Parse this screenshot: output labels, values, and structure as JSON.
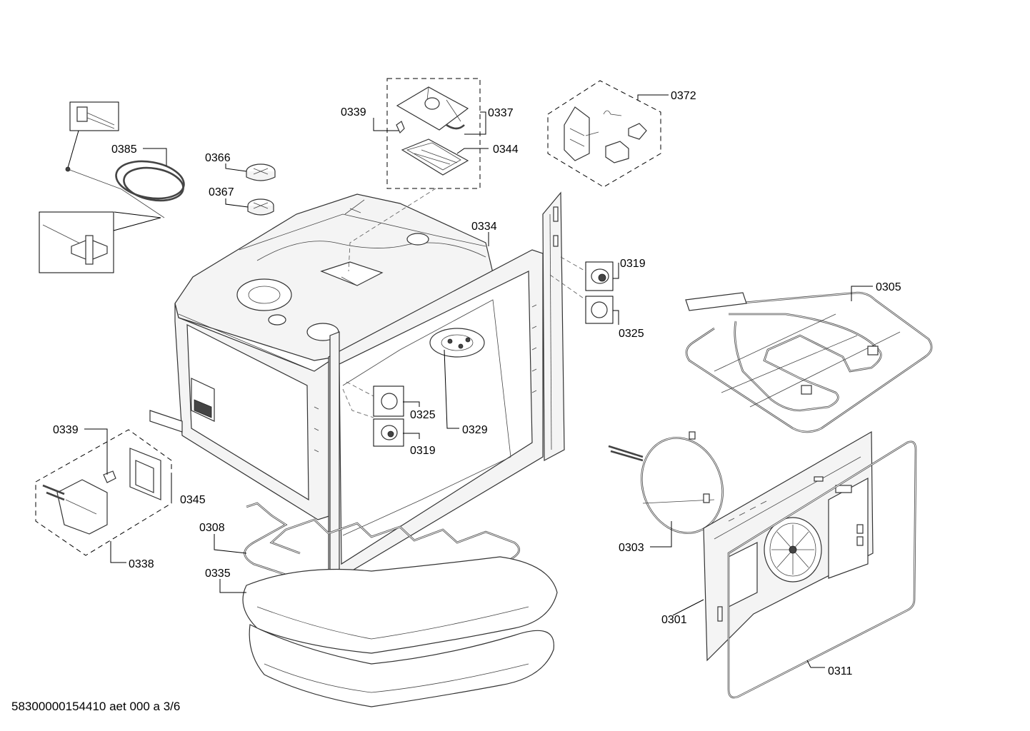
{
  "footer": {
    "doc_code": "58300000154410 aet 000 a 3/6"
  },
  "parts": {
    "p0301": "0301",
    "p0303": "0303",
    "p0305": "0305",
    "p0308": "0308",
    "p0311": "0311",
    "p0319a": "0319",
    "p0319b": "0319",
    "p0325a": "0325",
    "p0325b": "0325",
    "p0329": "0329",
    "p0334": "0334",
    "p0335": "0335",
    "p0337": "0337",
    "p0338": "0338",
    "p0339a": "0339",
    "p0339b": "0339",
    "p0344": "0344",
    "p0345": "0345",
    "p0366": "0366",
    "p0367": "0367",
    "p0372": "0372",
    "p0385": "0385"
  }
}
